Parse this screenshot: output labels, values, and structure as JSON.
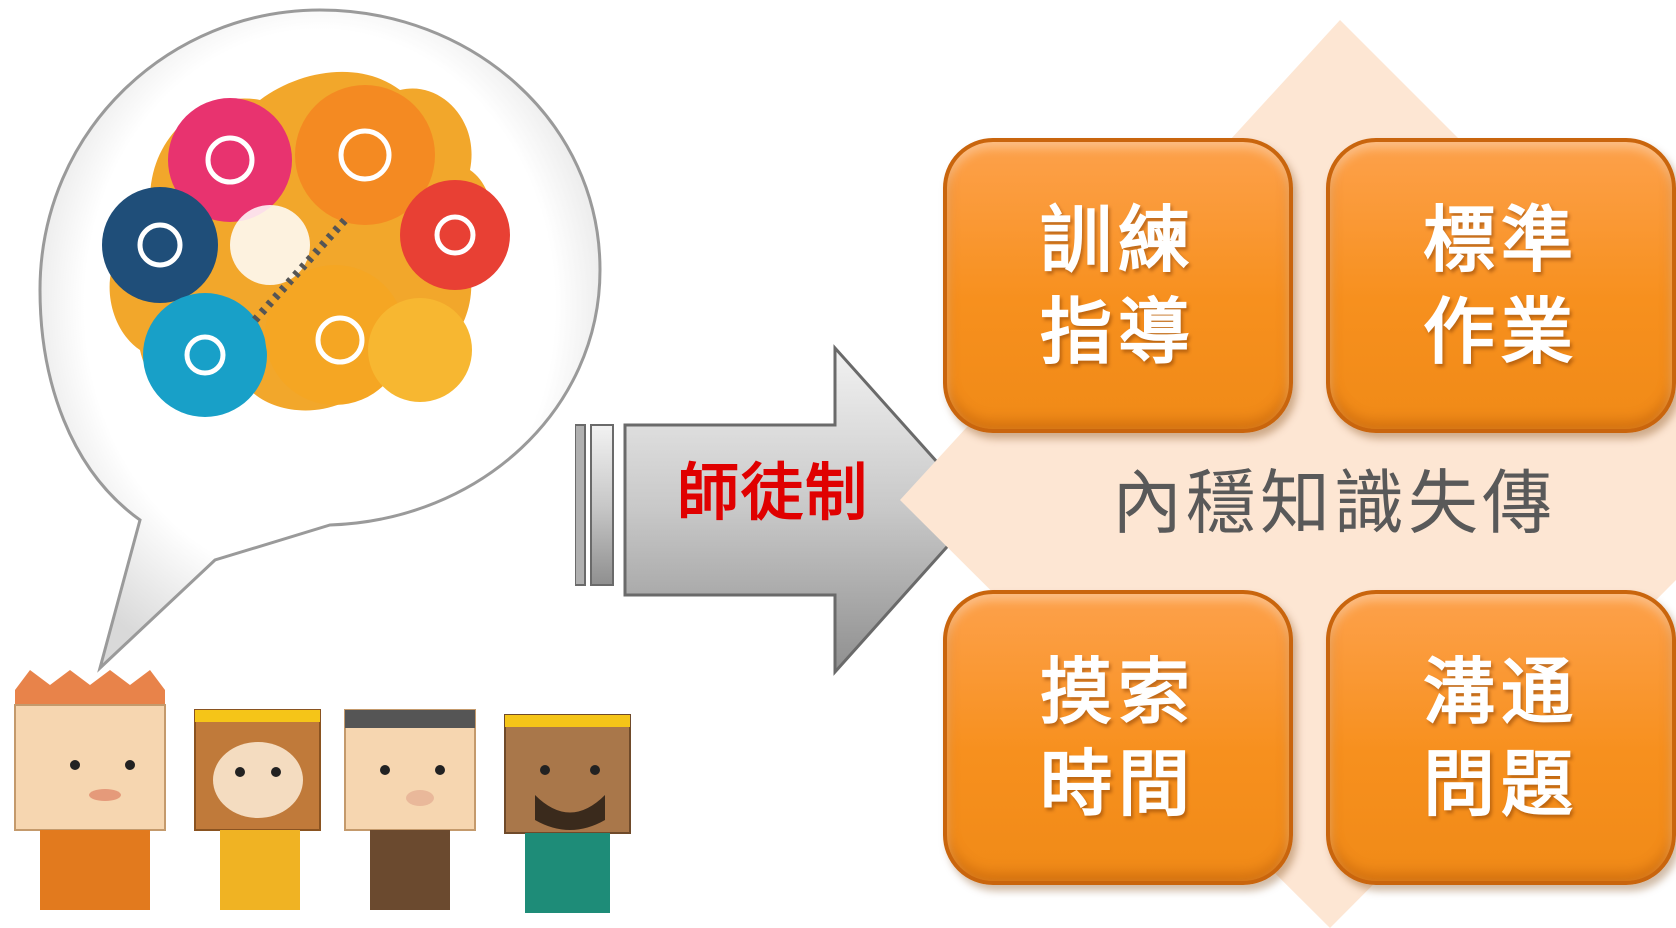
{
  "arrow": {
    "label": "師徒制"
  },
  "center": {
    "label": "內穩知識失傳"
  },
  "tiles": {
    "top_left": {
      "line1": "訓練",
      "line2": "指導"
    },
    "top_right": {
      "line1": "標準",
      "line2": "作業"
    },
    "bottom_left": {
      "line1": "摸索",
      "line2": "時間"
    },
    "bottom_right": {
      "line1": "溝通",
      "line2": "問題"
    }
  },
  "colors": {
    "tile_orange": "#f7901e",
    "diamond_peach": "#fde6d3",
    "arrow_gray": "#c8c8c8",
    "arrow_label_red": "#e00000"
  }
}
